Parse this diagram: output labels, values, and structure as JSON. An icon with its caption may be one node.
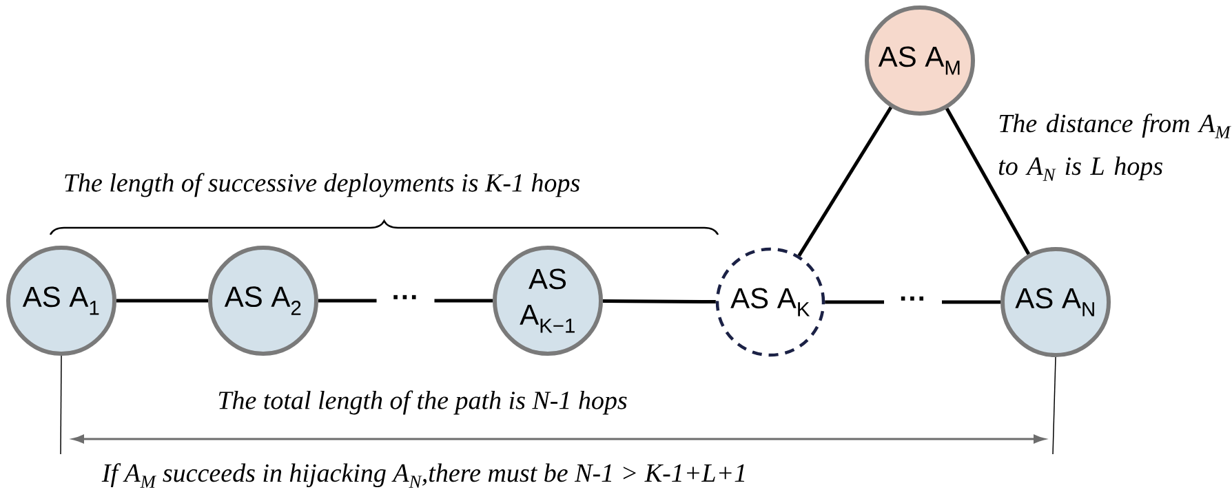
{
  "diagram": {
    "nodes": [
      {
        "text": [
          "AS A$_{1}$"
        ]
      },
      {
        "text": [
          "AS A$_{2}$"
        ]
      },
      {
        "text": [
          "AS A$_{K−1}$"
        ]
      },
      {
        "text": [
          "AS A$_{K}$"
        ]
      },
      {
        "text": [
          "AS A$_{N}$"
        ]
      },
      {
        "text": [
          "AS A$_{M}$"
        ]
      }
    ],
    "edges": [
      {
        "from": 0,
        "to": 1,
        "arrow": "none"
      },
      {
        "from": 1,
        "to": 2,
        "arrow": "none",
        "label": "···"
      },
      {
        "from": 2,
        "to": 3,
        "arrow": "none"
      },
      {
        "from": 3,
        "to": 4,
        "arrow": "none",
        "label": "···"
      },
      {
        "from": 5,
        "to": 3,
        "arrow": "none"
      },
      {
        "from": 5,
        "to": 4,
        "arrow": "none"
      }
    ],
    "labels": [
      "The length of successive deployments is K-1 hops",
      "The distance from A$_{M}$ to A$_{N}$ is L hops",
      "The total length of the path is N-1 hops",
      "If A$_{M}$ succeeds in hijacking A$_{N}$,there must be N-1 > K-1+L+1"
    ]
  }
}
